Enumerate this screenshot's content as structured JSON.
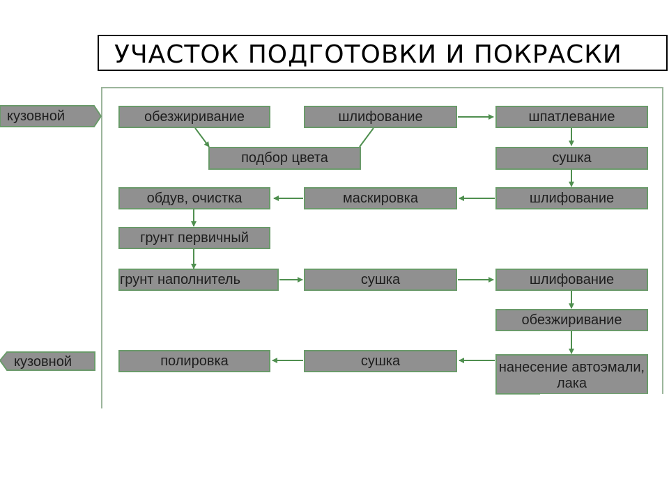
{
  "title": "УЧАСТОК ПОДГОТОВКИ И ПОКРАСКИ",
  "inputs": {
    "in_label": "кузовной",
    "out_label": "кузовной"
  },
  "steps": {
    "degrease_1": "обезжиривание",
    "sanding_1": "шлифование",
    "filling": "шпатлевание",
    "color_match": "подбор цвета",
    "drying_1": "сушка",
    "blowing_cleaning": "обдув, очистка",
    "masking": "маскировка",
    "sanding_2": "шлифование",
    "primer_first": "грунт первичный",
    "primer_filler": "грунт наполнитель",
    "drying_2": "сушка",
    "sanding_3": "шлифование",
    "degrease_2": "обезжиривание",
    "polishing": "полировка",
    "drying_3": "сушка",
    "enamel_lacquer": "нанесение автоэмали, лака"
  },
  "colors": {
    "box_fill": "#909090",
    "box_border": "#6a9a6a",
    "arrow": "#4f8f4f",
    "frame": "#9bb59b"
  }
}
